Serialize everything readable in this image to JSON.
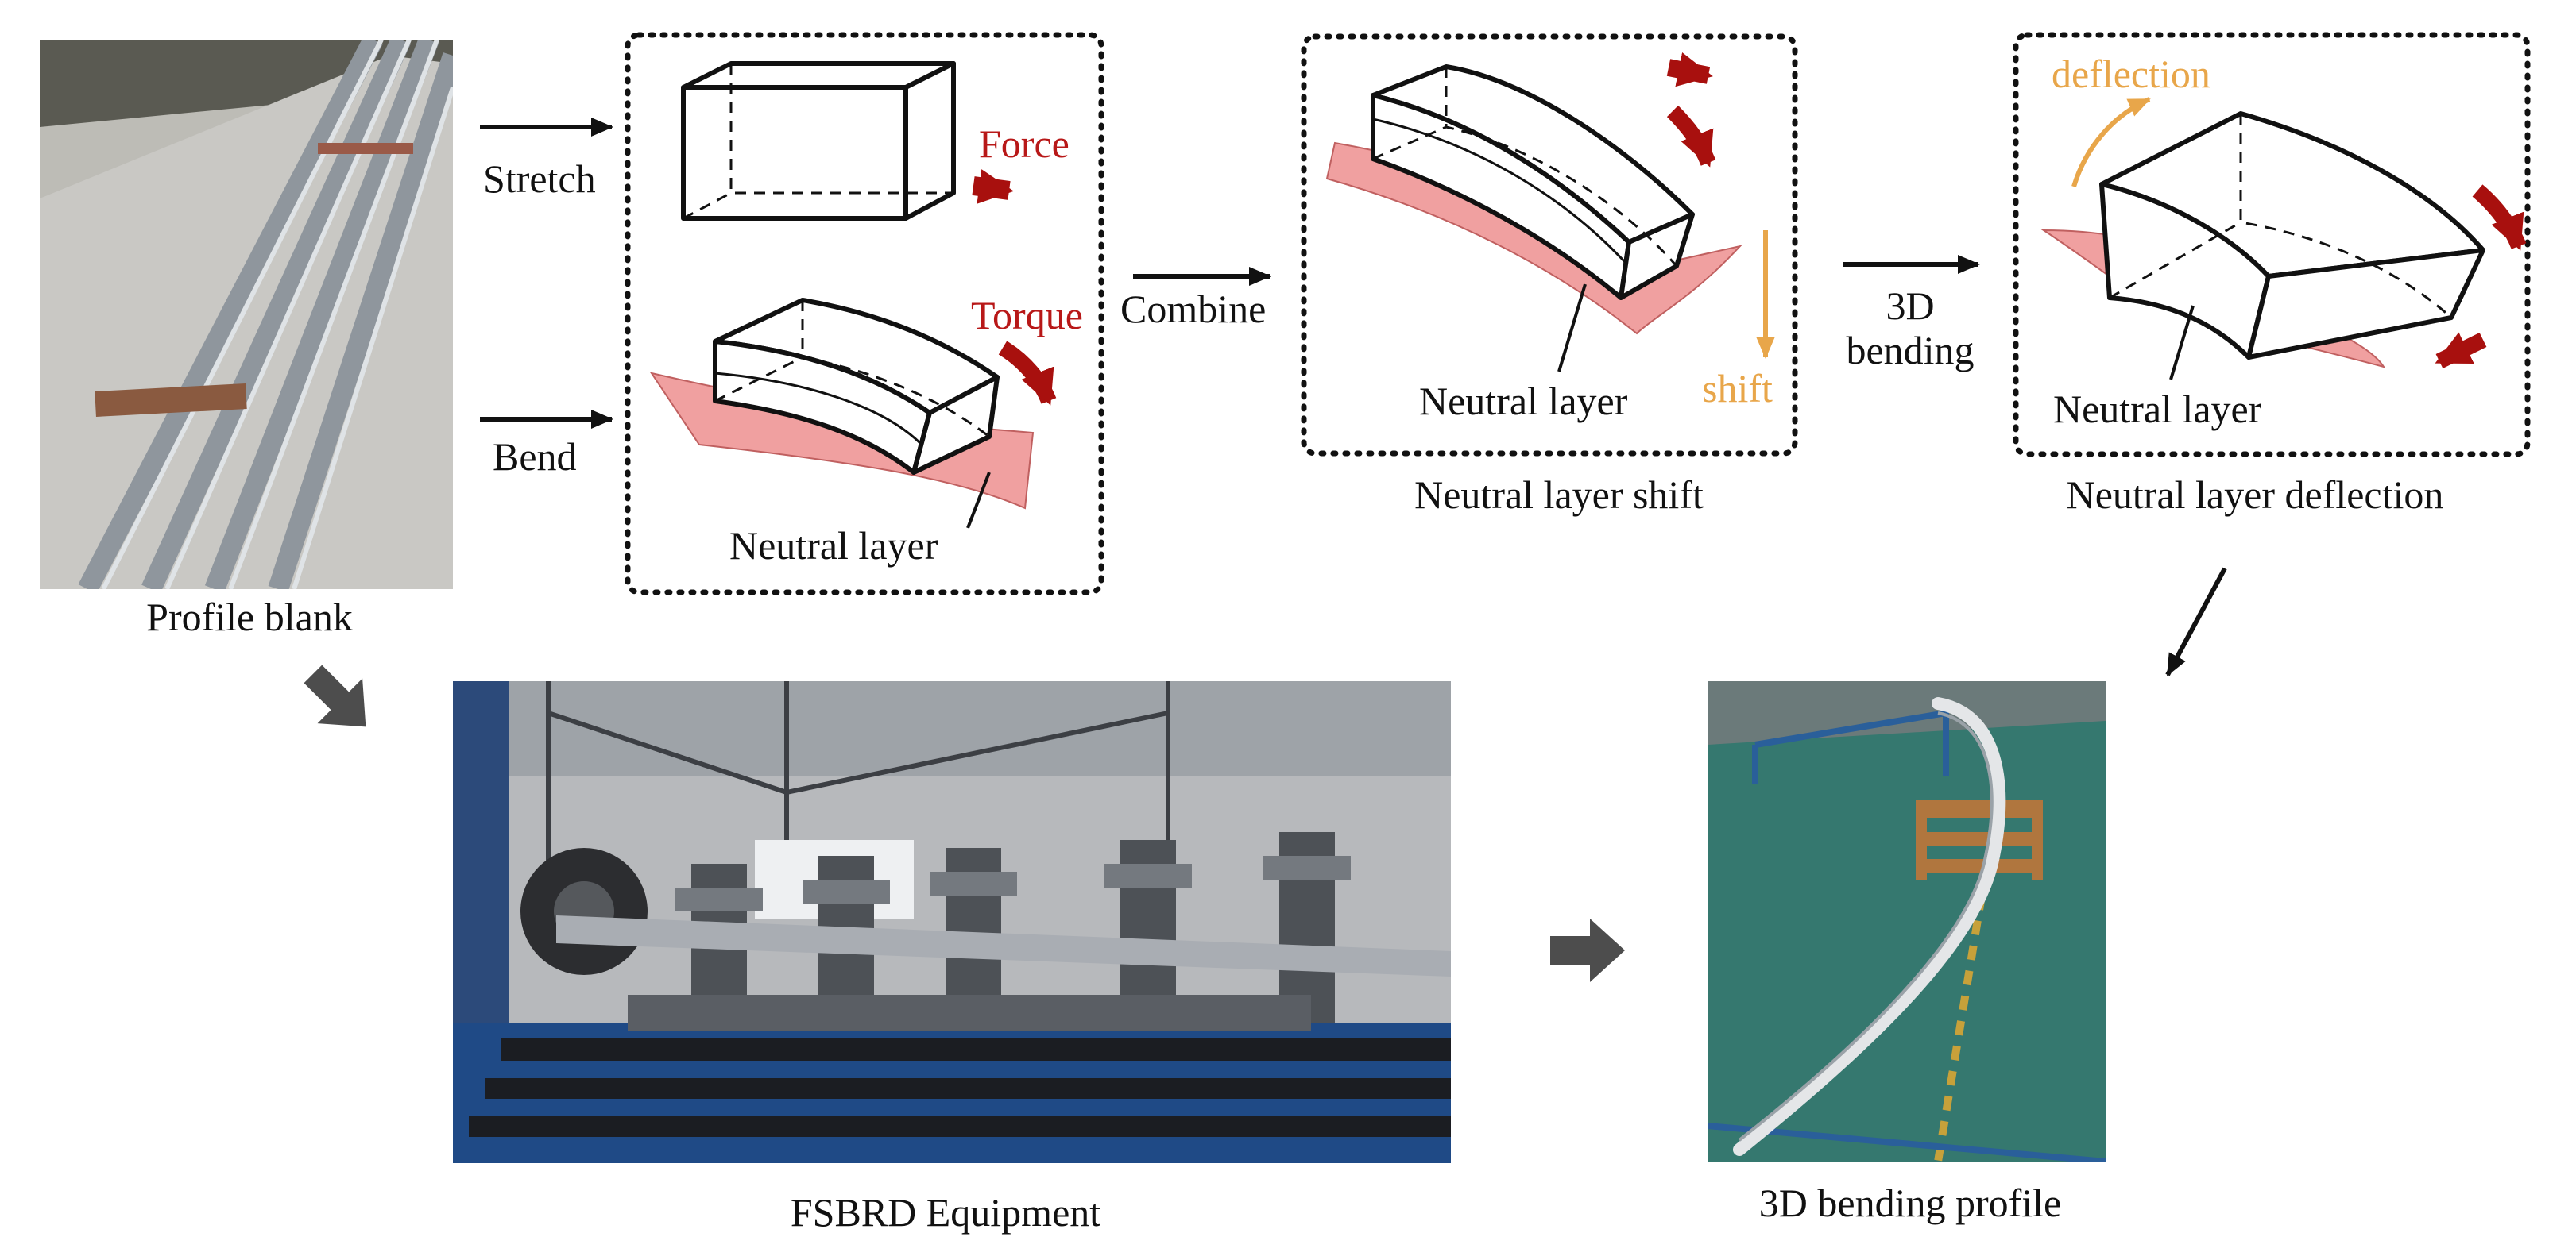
{
  "labels": {
    "profile_blank": "Profile blank",
    "stretch": "Stretch",
    "bend": "Bend",
    "combine": "Combine",
    "bending_3d_line1": "3D",
    "bending_3d_line2": "bending",
    "force": "Force",
    "torque": "Torque",
    "neutral_layer": "Neutral layer",
    "shift": "shift",
    "deflection": "deflection",
    "neutral_layer_shift": "Neutral layer shift",
    "neutral_layer_deflection": "Neutral layer deflection",
    "fsbrd_equipment": "FSBRD Equipment",
    "bending_profile_3d": "3D bending profile"
  },
  "colors": {
    "force_arrow": "#a8100e",
    "force_text": "#b81818",
    "neutral_fill": "#f0a0a0",
    "orange": "#e8a64a",
    "black": "#111111",
    "grey_arrow": "#4d4d4d"
  }
}
